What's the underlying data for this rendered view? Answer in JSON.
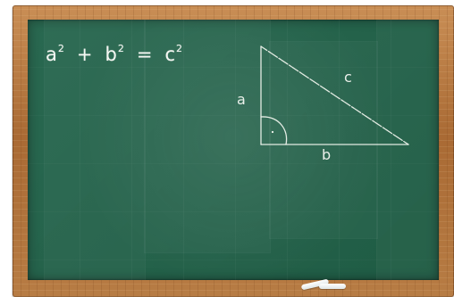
{
  "equation": {
    "term_a": "a",
    "exponent_a": "2",
    "plus": "+",
    "term_b": "b",
    "exponent_b": "2",
    "equals": "=",
    "term_c": "c",
    "exponent_c": "2"
  },
  "triangle": {
    "side_a_label": "a",
    "side_b_label": "b",
    "side_c_label": "c",
    "right_angle_mark": "·"
  }
}
